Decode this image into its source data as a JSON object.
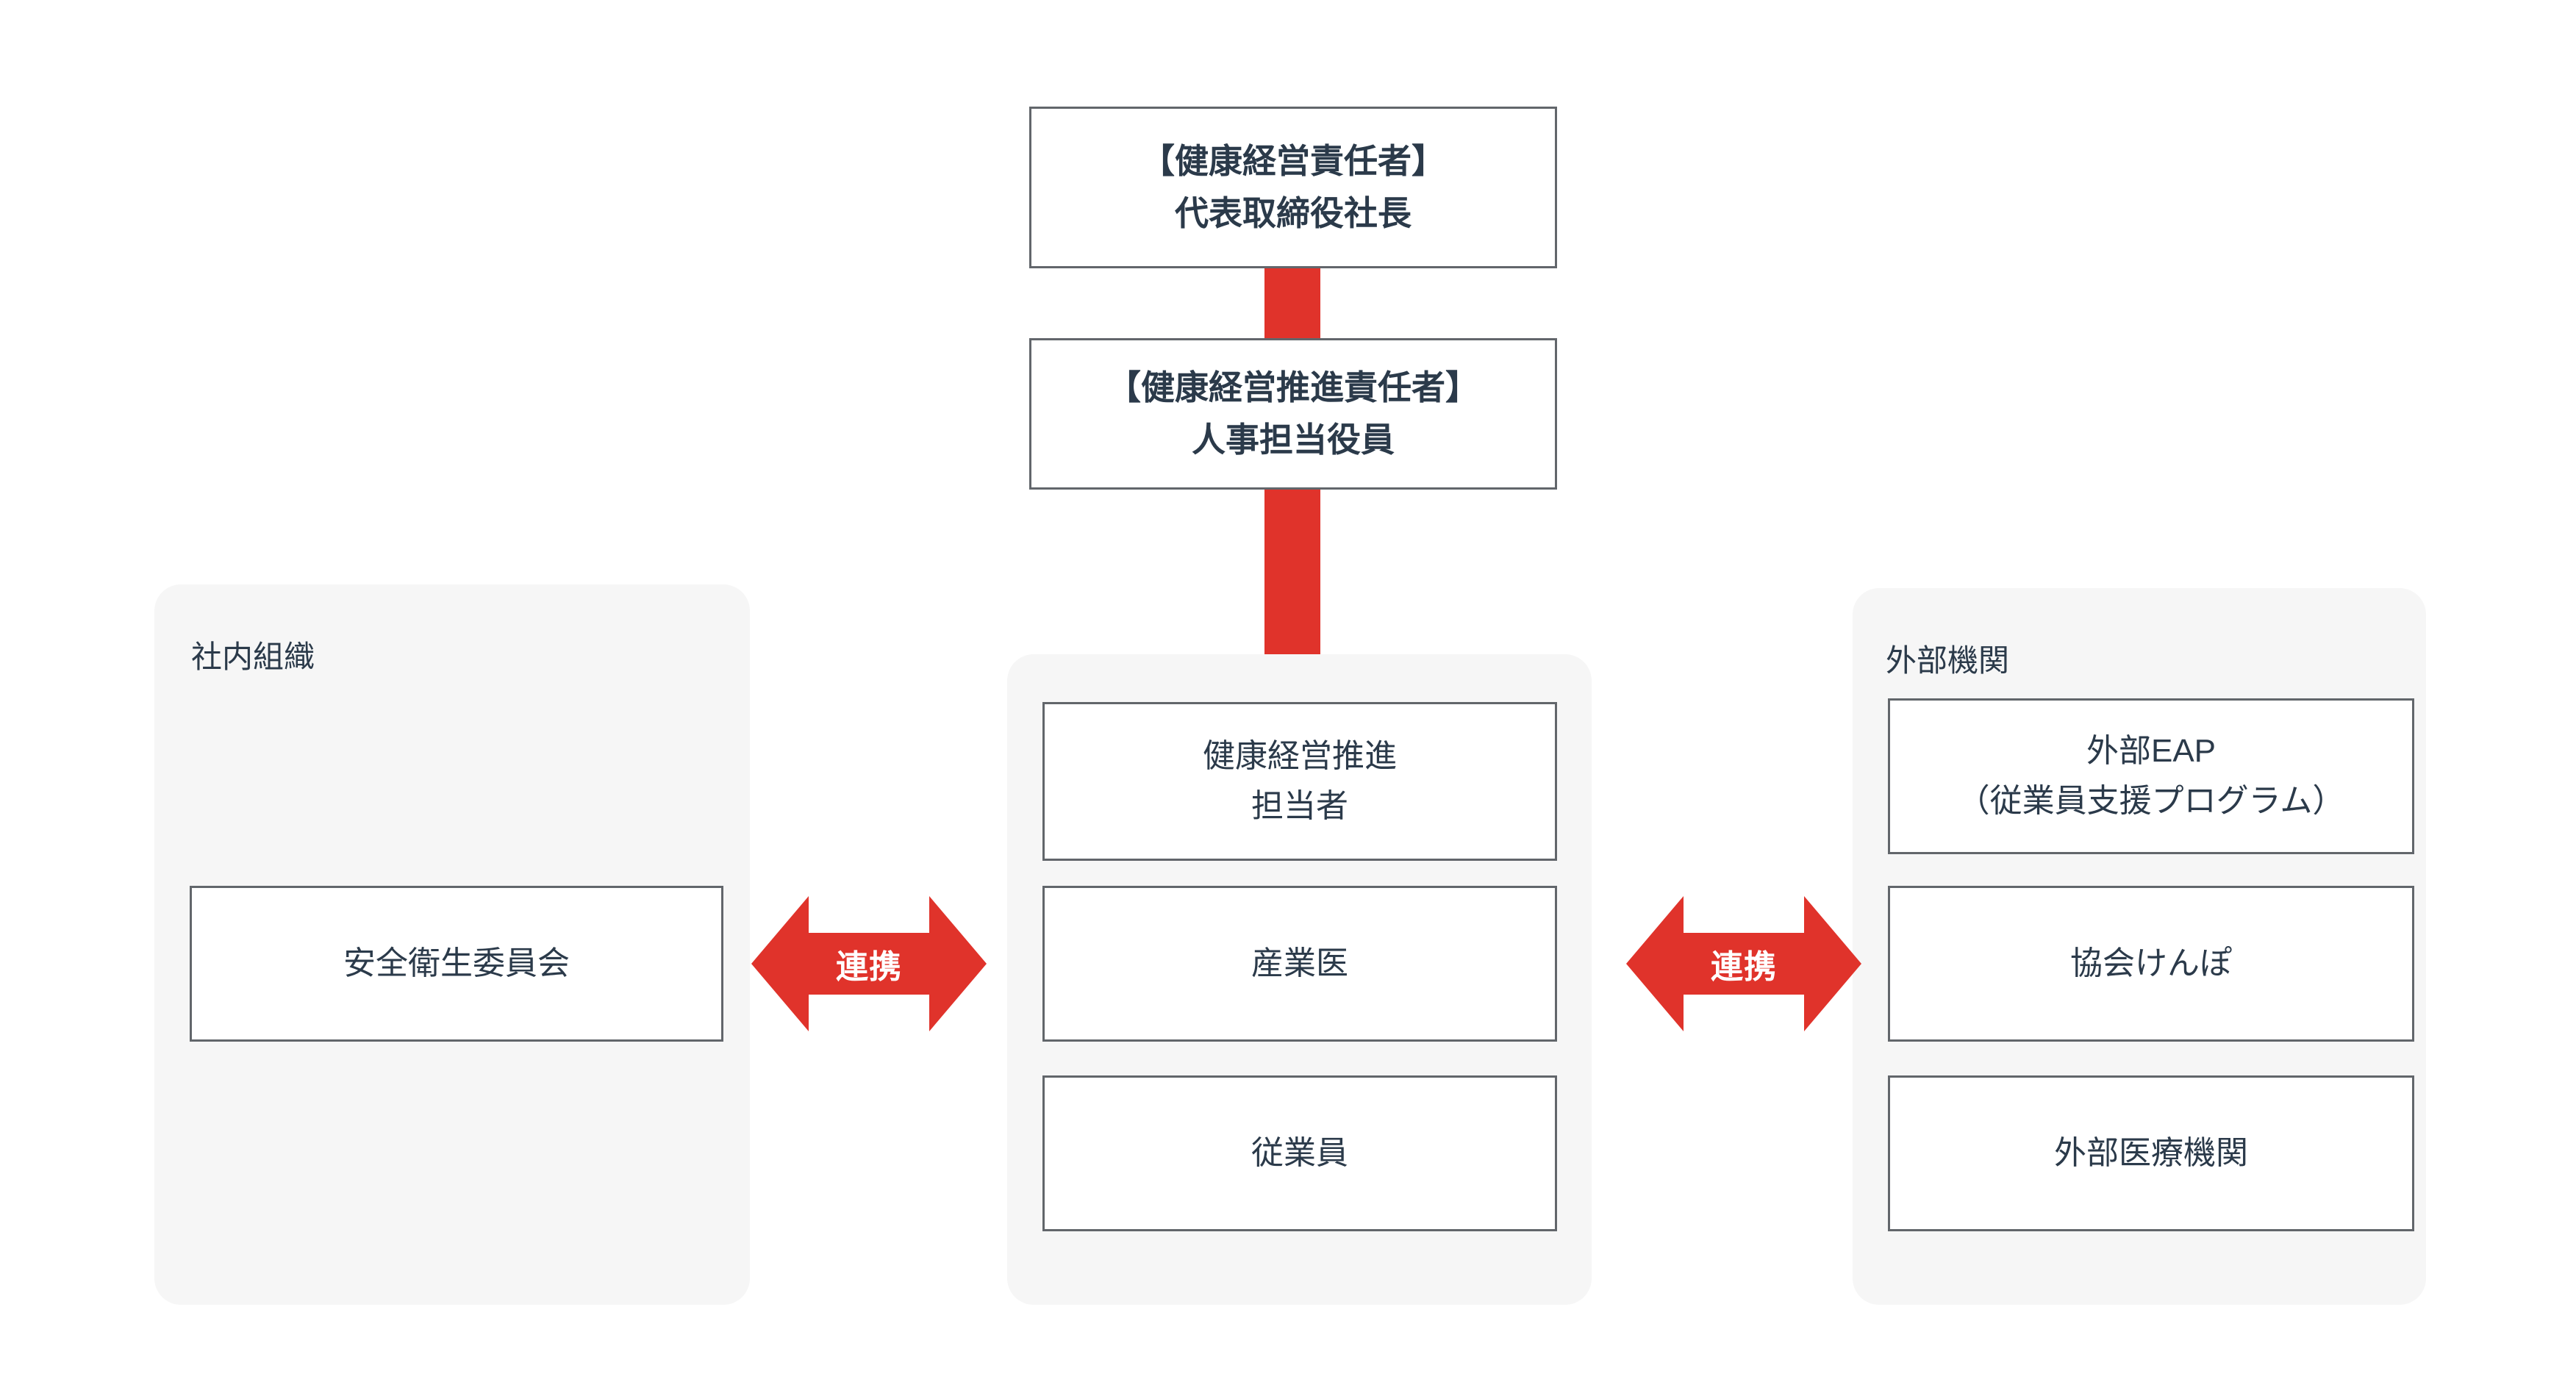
{
  "diagram": {
    "hierarchy": [
      {
        "id": "ceo",
        "role_bracket": "【健康経営責任者】",
        "title": "代表取締役社長"
      },
      {
        "id": "exec",
        "role_bracket": "【健康経営推進責任者】",
        "title": "人事担当役員"
      }
    ],
    "panels": {
      "internal": {
        "title": "社内組織",
        "boxes": [
          {
            "id": "safety-committee",
            "line1": "安全衛生委員会",
            "line2": ""
          }
        ]
      },
      "center": {
        "title": "",
        "boxes": [
          {
            "id": "promo-staff",
            "line1": "健康経営推進",
            "line2": "担当者"
          },
          {
            "id": "doctor",
            "line1": "産業医",
            "line2": ""
          },
          {
            "id": "employee",
            "line1": "従業員",
            "line2": ""
          }
        ]
      },
      "external": {
        "title": "外部機関",
        "boxes": [
          {
            "id": "eap",
            "line1": "外部EAP",
            "line2": "（従業員支援プログラム）"
          },
          {
            "id": "kenpo",
            "line1": "協会けんぽ",
            "line2": ""
          },
          {
            "id": "clinic",
            "line1": "外部医療機関",
            "line2": ""
          }
        ]
      }
    },
    "links": [
      {
        "id": "left",
        "label": "連携",
        "direction": "bidirectional"
      },
      {
        "id": "right",
        "label": "連携",
        "direction": "bidirectional"
      }
    ],
    "colors": {
      "accent_red": "#e0332b",
      "box_border": "#62666b",
      "panel_background": "#f6f6f6",
      "text": "#2b3a4a",
      "page_background": "#ffffff"
    }
  }
}
